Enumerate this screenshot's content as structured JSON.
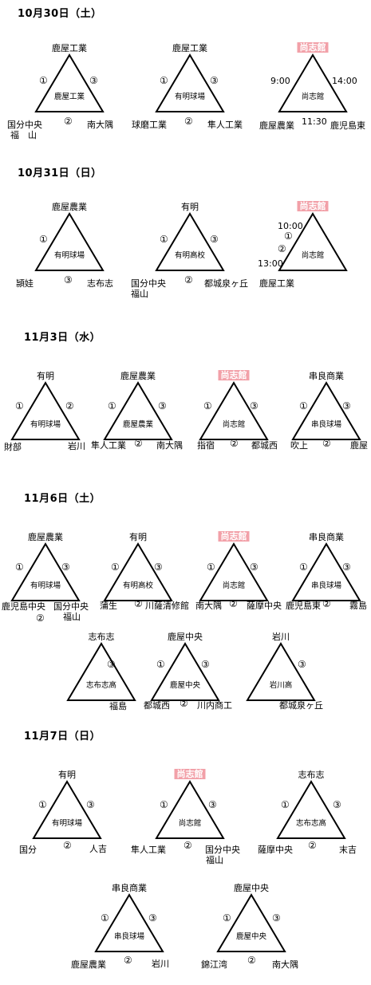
{
  "days": [
    {
      "date": "10月30日（土）",
      "venues": [
        {
          "top": "鹿屋工業",
          "center": "鹿屋工業",
          "n1": "①",
          "n2": "②",
          "n3": "③",
          "left": "国分中央",
          "left2": "福　山",
          "right": "南大隅",
          "right2": ""
        },
        {
          "top": "鹿屋工業",
          "center": "有明球場",
          "n1": "①",
          "n2": "②",
          "n3": "③",
          "left": "球磨工業",
          "left2": "",
          "right": "隼人工業",
          "right2": ""
        },
        {
          "top": "尚志館",
          "center": "尚志館",
          "n1": "9:00",
          "n2": "11:30",
          "n3": "14:00",
          "left": "鹿屋農業",
          "left2": "",
          "right": "鹿児島東",
          "right2": ""
        }
      ]
    },
    {
      "date": "10月31日（日）",
      "venues": [
        {
          "top": "鹿屋農業",
          "center": "有明球場",
          "n1": "①",
          "n2": "③",
          "n3": "",
          "left": "頴娃",
          "left2": "",
          "right": "志布志",
          "right2": ""
        },
        {
          "top": "有明",
          "center": "有明高校",
          "n1": "①",
          "n2": "②",
          "n3": "③",
          "left": "国分中央",
          "left2": "福山",
          "right": "都城泉ヶ丘",
          "right2": ""
        },
        {
          "top": "尚志館",
          "center": "尚志館",
          "n1": "10:00",
          "n1b": "①",
          "n2": "②",
          "n2b": "13:00",
          "left": "鹿屋工業",
          "left2": "",
          "right": "",
          "right2": ""
        }
      ]
    },
    {
      "date": "11月3日（水）",
      "venues": [
        {
          "top": "有明",
          "center": "有明球場",
          "n1": "①",
          "n3": "②",
          "left": "財部",
          "right": "岩川"
        },
        {
          "top": "鹿屋農業",
          "center": "鹿屋農業",
          "n1": "①",
          "n2": "②",
          "n3": "③",
          "left": "隼人工業",
          "right": "南大隅"
        },
        {
          "top": "尚志館",
          "center": "尚志館",
          "n1": "①",
          "n2": "②",
          "n3": "③",
          "left": "指宿",
          "right": "都城西"
        },
        {
          "top": "串良商業",
          "center": "串良球場",
          "n1": "①",
          "n2": "②",
          "n3": "③",
          "left": "吹上",
          "right": "鹿屋"
        }
      ]
    },
    {
      "date": "11月6日（土）",
      "venues": [
        {
          "top": "鹿屋農業",
          "center": "有明球場",
          "n1": "①",
          "n2": "②",
          "n3": "③",
          "left": "鹿児島中央",
          "right": "国分中央",
          "right2": "福山"
        },
        {
          "top": "有明",
          "center": "有明高校",
          "n1": "①",
          "n2": "②",
          "n3": "③",
          "left": "蒲生",
          "right": "川薩清修館"
        },
        {
          "top": "尚志館",
          "center": "尚志館",
          "n1": "①",
          "n2": "②",
          "n3": "③",
          "left": "南大隅",
          "right": "薩摩中央"
        },
        {
          "top": "串良商業",
          "center": "串良球場",
          "n1": "①",
          "n2": "②",
          "n3": "③",
          "left": "鹿児島東",
          "right": "霧島"
        }
      ],
      "venues2": [
        {
          "top": "志布志",
          "center": "志布志高",
          "n3": "③",
          "right": "福島"
        },
        {
          "top": "鹿屋中央",
          "center": "鹿屋中央",
          "n1": "①",
          "n2": "②",
          "n3": "③",
          "left": "都城西",
          "right": "川内商工"
        },
        {
          "top": "岩川",
          "center": "岩川高",
          "n3": "③",
          "right": "都城泉ヶ丘"
        }
      ]
    },
    {
      "date": "11月7日（日）",
      "venues": [
        {
          "top": "有明",
          "center": "有明球場",
          "n1": "①",
          "n2": "②",
          "n3": "③",
          "left": "国分",
          "right": "人吉"
        },
        {
          "top": "尚志館",
          "center": "尚志館",
          "n1": "①",
          "n2": "②",
          "n3": "③",
          "left": "隼人工業",
          "right": "国分中央",
          "right2": "福山"
        },
        {
          "top": "志布志",
          "center": "志布志高",
          "n1": "①",
          "n2": "②",
          "n3": "③",
          "left": "薩摩中央",
          "right": "末吉"
        }
      ],
      "venues2": [
        {
          "top": "串良商業",
          "center": "串良球場",
          "n1": "①",
          "n2": "②",
          "n3": "③",
          "left": "鹿屋農業",
          "right": "岩川"
        },
        {
          "top": "鹿屋中央",
          "center": "鹿屋中央",
          "n1": "①",
          "n2": "②",
          "n3": "③",
          "left": "錦江湾",
          "right": "南大隅"
        }
      ]
    }
  ],
  "colors": {
    "highlight_bg": "#f2a0a8",
    "highlight_text": "#ffffff"
  }
}
